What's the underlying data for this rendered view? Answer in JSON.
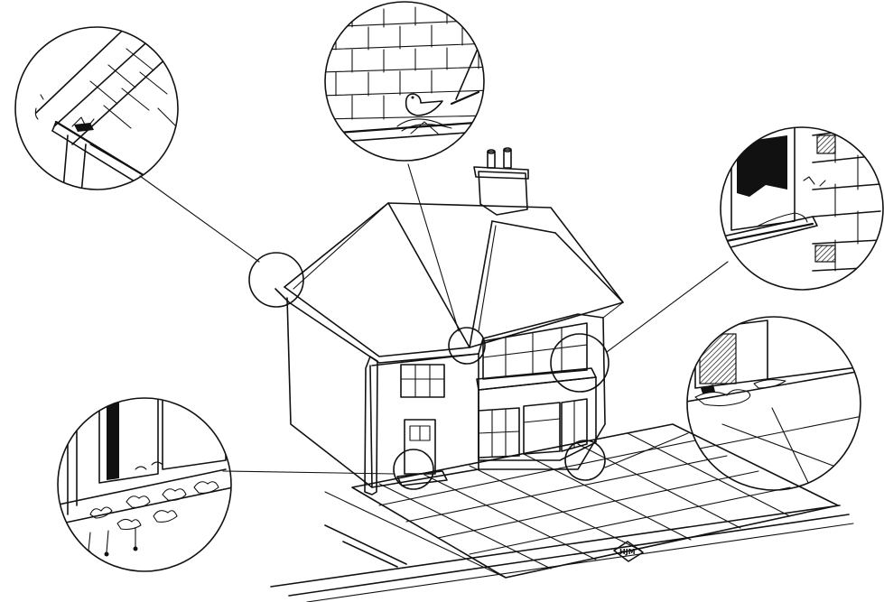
{
  "illustration": {
    "signature": "HJM",
    "insets": [
      "roof-gutter-inset",
      "brick-wall-bird-nest-inset",
      "window-sill-inset",
      "floor-spill-inset",
      "doorstep-paving-inset"
    ],
    "ink_color": "#111111",
    "background_color": "#ffffff"
  }
}
